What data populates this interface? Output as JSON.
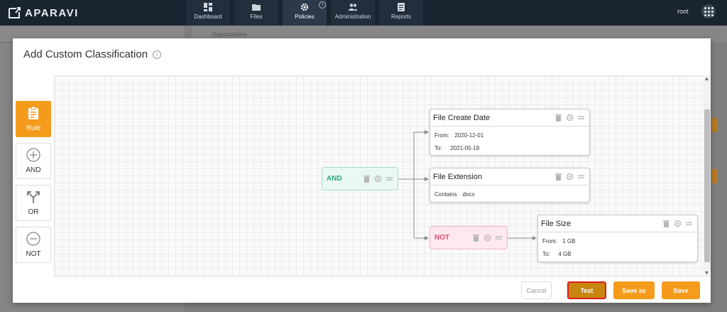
{
  "app": {
    "name": "APARAVI",
    "user": "root"
  },
  "nav": {
    "dashboard": "Dashboard",
    "files": "Files",
    "policies": "Policies",
    "administration": "Administration",
    "reports": "Reports"
  },
  "background": {
    "breadcrumb": "Organizations"
  },
  "modal": {
    "title": "Add Custom Classification",
    "palette": {
      "rule": "Rule",
      "and": "AND",
      "or": "OR",
      "not": "NOT"
    },
    "nodes": {
      "and": "AND",
      "not": "NOT",
      "file_create_date": {
        "title": "File Create Date",
        "from_label": "From:",
        "from_value": "2020-12-01",
        "to_label": "To:",
        "to_value": "2021-05-18"
      },
      "file_extension": {
        "title": "File Extension",
        "contains_label": "Contains",
        "contains_value": "docx"
      },
      "file_size": {
        "title": "File Size",
        "from_label": "From:",
        "from_value": "1 GB",
        "to_label": "To:",
        "to_value": "4 GB"
      }
    },
    "buttons": {
      "cancel": "Cancel",
      "test": "Test",
      "save_as": "Save as",
      "save": "Save"
    }
  },
  "colors": {
    "accent": "#f59b1c",
    "and_green": "#31a97d",
    "not_red": "#e34a6d",
    "topbar": "#1a2330",
    "highlight_border": "#e11b1b"
  },
  "icons": [
    "logo-icon",
    "dashboard-icon",
    "files-icon",
    "policies-gear-icon",
    "administration-icon",
    "reports-icon",
    "apps-grid-icon",
    "info-icon",
    "clipboard-icon",
    "plus-circle-icon",
    "split-arrows-icon",
    "minus-circle-icon",
    "trash-icon",
    "gear-icon",
    "drag-handle-icon"
  ]
}
